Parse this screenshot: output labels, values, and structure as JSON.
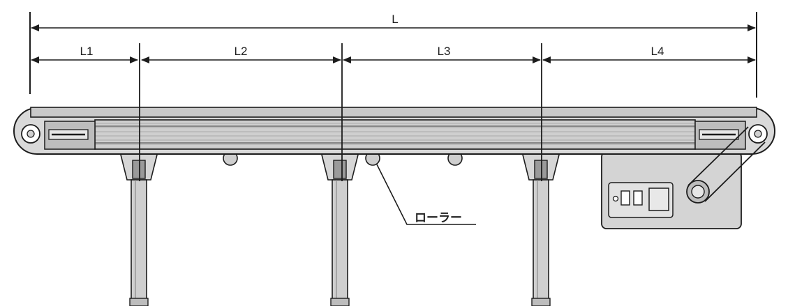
{
  "dimensions": {
    "total": "L",
    "segments": [
      "L1",
      "L2",
      "L3",
      "L4"
    ]
  },
  "callout": {
    "roller_label": "ローラー"
  },
  "colors": {
    "line": "#1c1c1c",
    "frame_fill": "#d9d9d9",
    "frame_dark": "#8a8a8a",
    "leg_fill": "#cfcfcf",
    "panel_fill": "#d4d4d4",
    "accent_fill": "#bdbdbd"
  }
}
